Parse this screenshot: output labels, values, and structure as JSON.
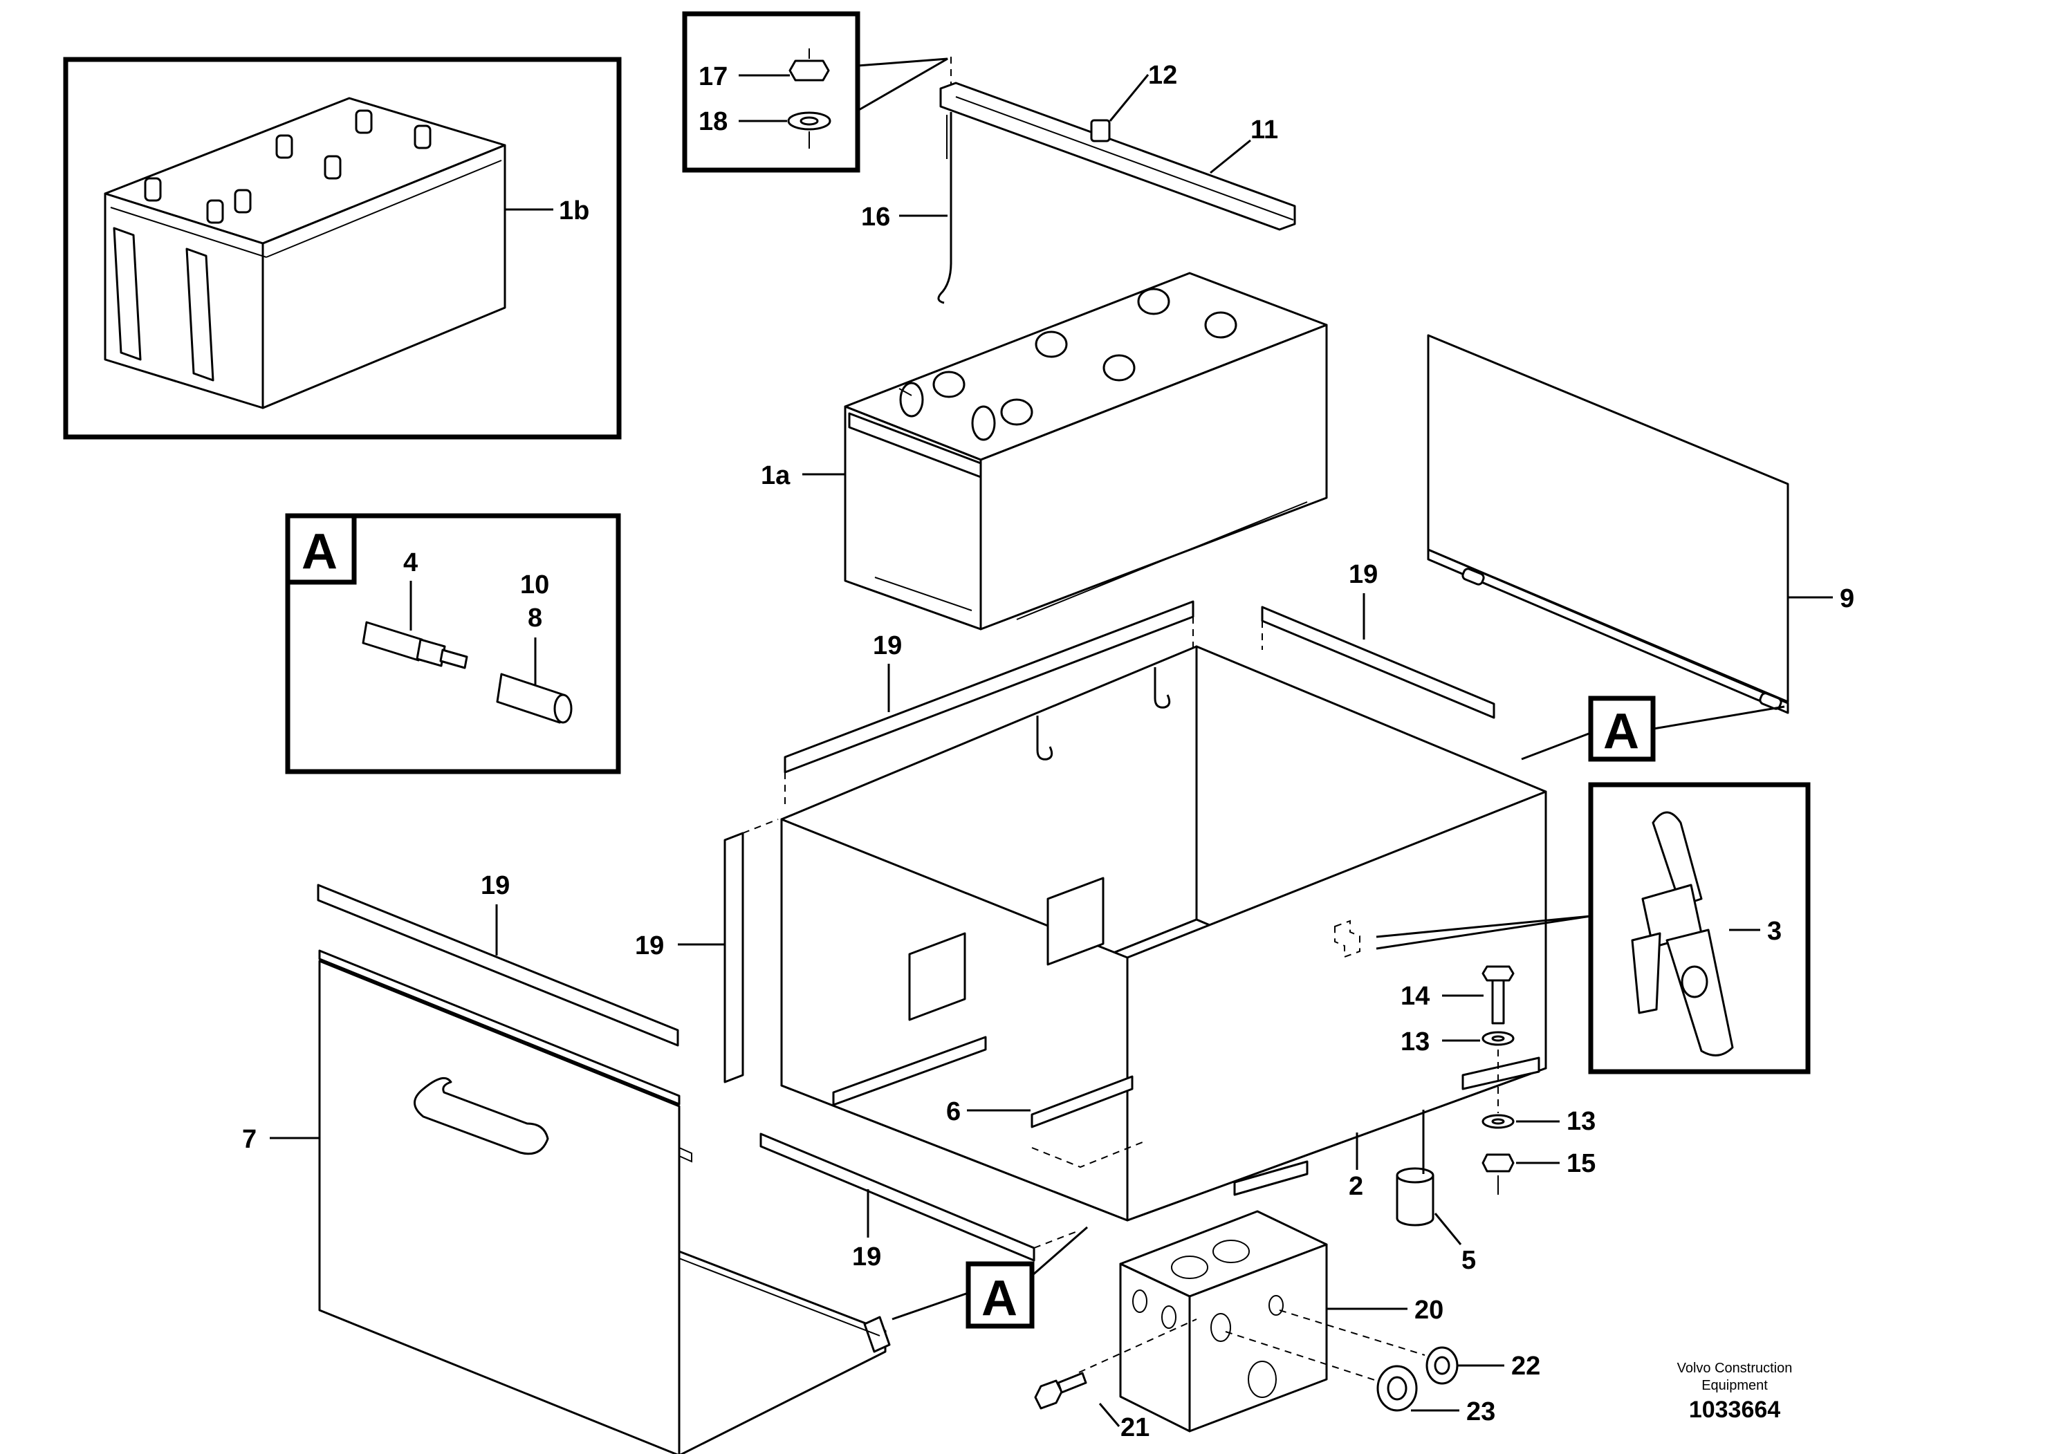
{
  "callouts": {
    "c1a": "1a",
    "c1b": "1b",
    "c2": "2",
    "c3": "3",
    "c4": "4",
    "c5": "5",
    "c6": "6",
    "c7": "7",
    "c8": "8",
    "c9": "9",
    "c10": "10",
    "c11": "11",
    "c12": "12",
    "c13a": "13",
    "c13b": "13",
    "c14": "14",
    "c15": "15",
    "c16": "16",
    "c17": "17",
    "c18": "18",
    "c19a": "19",
    "c19b": "19",
    "c19c": "19",
    "c19d": "19",
    "c19e": "19",
    "c20": "20",
    "c21": "21",
    "c22": "22",
    "c23": "23"
  },
  "detail_markers": {
    "inset": "A",
    "right": "A",
    "bottom": "A"
  },
  "footer": {
    "brand_line1": "Volvo Construction",
    "brand_line2": "Equipment",
    "doc_number": "1033664"
  }
}
